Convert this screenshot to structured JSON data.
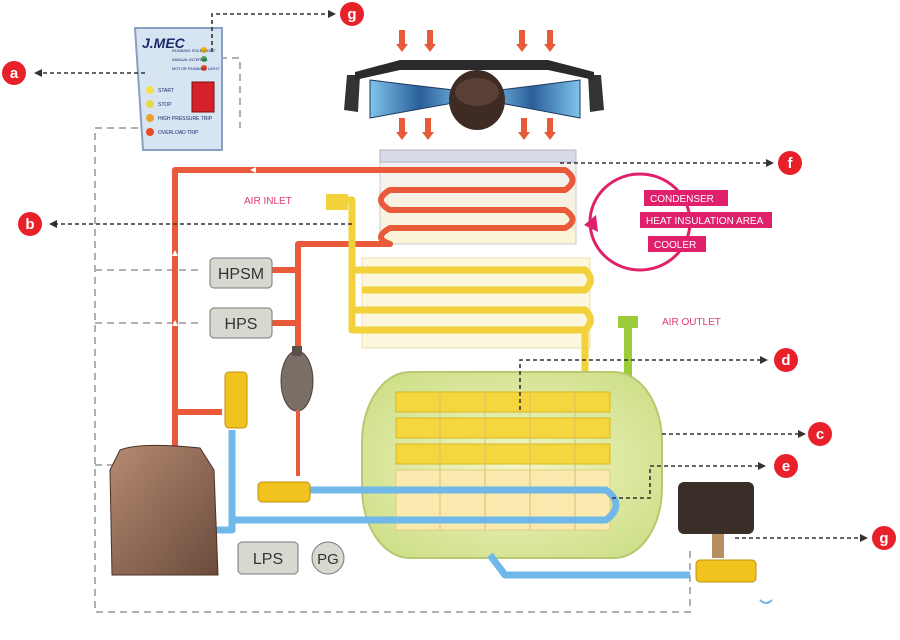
{
  "panel": {
    "brand": "J.MEC",
    "indicators": [
      "RUNNING SOLE LIGHT",
      "ANNUAL INTERVAL",
      "MOTOR RUNNING LIGHT"
    ],
    "buttons": [
      "START",
      "STOP",
      "HIGH PRESSURE TRIP",
      "OVERLOAD TRIP"
    ]
  },
  "labels": {
    "air_inlet": "AIR INLET",
    "air_outlet": "AIR OUTLET",
    "condenser": "CONDENSER",
    "heat_insulation": "HEAT INSULATION AREA",
    "cooler": "COOLER",
    "hpsm": "HPSM",
    "hps": "HPS",
    "lps": "LPS",
    "pg": "PG"
  },
  "callouts": {
    "g_top": "g",
    "a": "a",
    "f": "f",
    "b": "b",
    "d": "d",
    "c": "c",
    "e": "e",
    "g_bottom": "g"
  },
  "colors": {
    "callout": "#e8202a",
    "hot_line": "#e85a3a",
    "cold_line": "#6fb8e8",
    "air_line": "#f2d13a",
    "outlet_line": "#9ccc3a",
    "tank": "#e3ecb0",
    "dashed": "#b0b0b0"
  }
}
